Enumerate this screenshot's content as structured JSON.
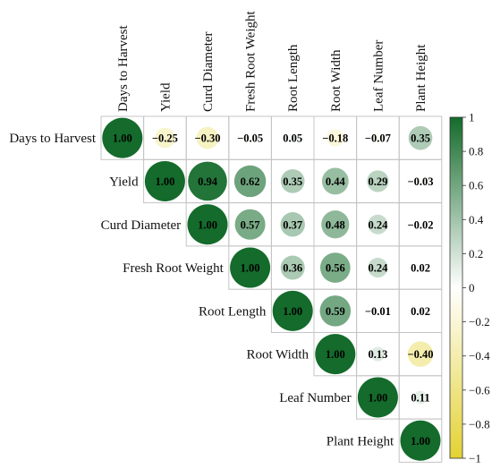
{
  "chart_data": {
    "type": "heatmap",
    "style": "upper-triangle correlation matrix with circles",
    "variables": [
      "Days to Harvest",
      "Yield",
      "Curd Diameter",
      "Fresh Root Weight",
      "Root Length",
      "Root Width",
      "Leaf Number",
      "Plant Height"
    ],
    "matrix": [
      [
        1.0,
        -0.25,
        -0.3,
        -0.05,
        0.05,
        -0.18,
        -0.07,
        0.35
      ],
      [
        null,
        1.0,
        0.94,
        0.62,
        0.35,
        0.44,
        0.29,
        -0.03
      ],
      [
        null,
        null,
        1.0,
        0.57,
        0.37,
        0.48,
        0.24,
        -0.02
      ],
      [
        null,
        null,
        null,
        1.0,
        0.36,
        0.56,
        0.24,
        0.02
      ],
      [
        null,
        null,
        null,
        null,
        1.0,
        0.59,
        -0.01,
        0.02
      ],
      [
        null,
        null,
        null,
        null,
        null,
        1.0,
        0.13,
        -0.4
      ],
      [
        null,
        null,
        null,
        null,
        null,
        null,
        1.0,
        0.11
      ],
      [
        null,
        null,
        null,
        null,
        null,
        null,
        null,
        1.0
      ]
    ],
    "colorbar": {
      "range": [
        -1,
        1
      ],
      "ticks": [
        "1",
        "0.8",
        "0.6",
        "0.4",
        "0.2",
        "0",
        "−0.2",
        "−0.4",
        "−0.6",
        "−0.8",
        "−1"
      ],
      "low_color": "#e3d233",
      "mid_color": "#ffffff",
      "high_color": "#146b2b"
    },
    "title": "",
    "xlabel": "",
    "ylabel": ""
  }
}
